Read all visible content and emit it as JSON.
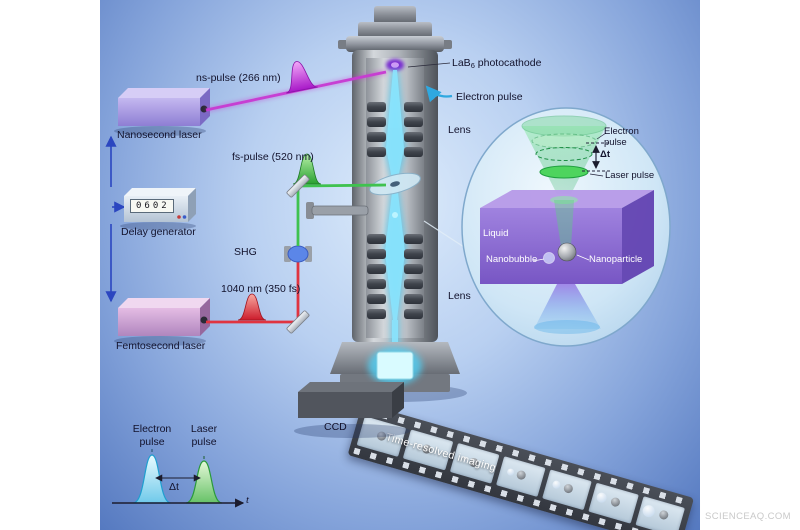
{
  "colors": {
    "uv_beam": "#c83ad2",
    "ir_beam": "#e03440",
    "green_beam": "#3fc24f",
    "electron_beam": "#5fd8f8",
    "background_blue": "#5579c0",
    "liquid_cell_purple": "#8a63cc"
  },
  "left_panel": {
    "ns_pulse_label": "ns-pulse (266 nm)",
    "nanosecond_laser_label": "Nanosecond laser",
    "delay_generator_label": "Delay generator",
    "delay_display": "0602",
    "fs_pulse_label": "fs-pulse (520 nm)",
    "shg_label": "SHG",
    "fundamental_label": "1040 nm (350 fs)",
    "femtosecond_laser_label": "Femtosecond laser"
  },
  "column": {
    "photocathode_prefix": "LaB",
    "photocathode_sub": "6",
    "photocathode_suffix": " photocathode",
    "electron_pulse_label": "Electron pulse",
    "lens_upper_label": "Lens",
    "lens_lower_label": "Lens",
    "ccd_label": "CCD"
  },
  "inset": {
    "electron_pulse_line1": "Electron",
    "electron_pulse_line2": "pulse",
    "delta_t": "Δt",
    "laser_pulse_label": "Laser pulse",
    "liquid_label": "Liquid",
    "nanobubble_label": "Nanobubble",
    "nanoparticle_label": "Nanoparticle"
  },
  "timing_plot": {
    "electron_line1": "Electron",
    "electron_line2": "pulse",
    "laser_line1": "Laser",
    "laser_line2": "pulse",
    "delta_t": "Δt",
    "axis_label": "t"
  },
  "film": {
    "label": "Time-resolved imaging"
  },
  "watermark": "SCIENCEAQ.COM"
}
